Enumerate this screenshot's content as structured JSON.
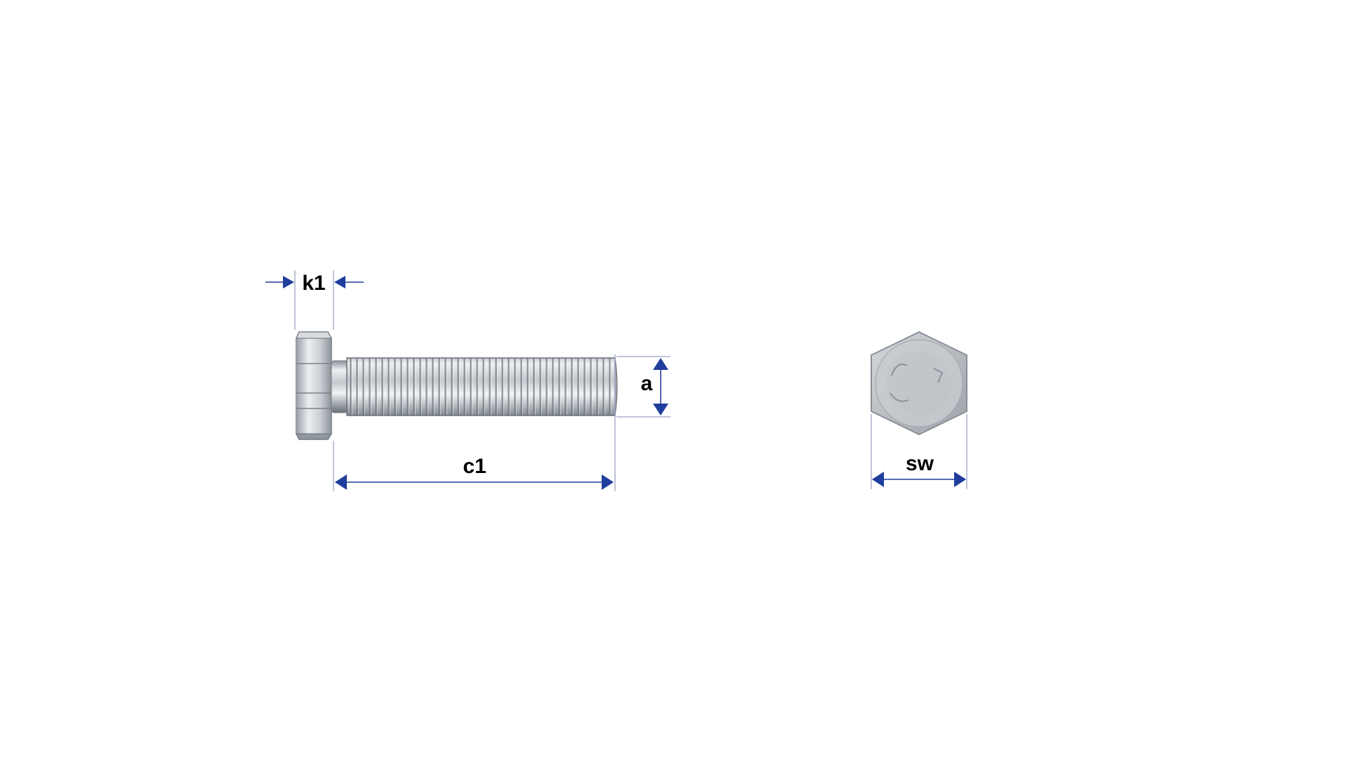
{
  "labels": {
    "k1": "k1",
    "a": "a",
    "c1": "c1",
    "sw": "sw"
  },
  "colors": {
    "dimension": "#1f3d9c",
    "extension": "#9aa3c0",
    "label": "#000000",
    "steel_light": "#e6e8eb",
    "steel_mid": "#b6bbc2",
    "steel_dark": "#6f757d"
  },
  "icons": {
    "side_view": "hex-bolt-side-view",
    "end_view": "hex-bolt-head-end-view"
  }
}
